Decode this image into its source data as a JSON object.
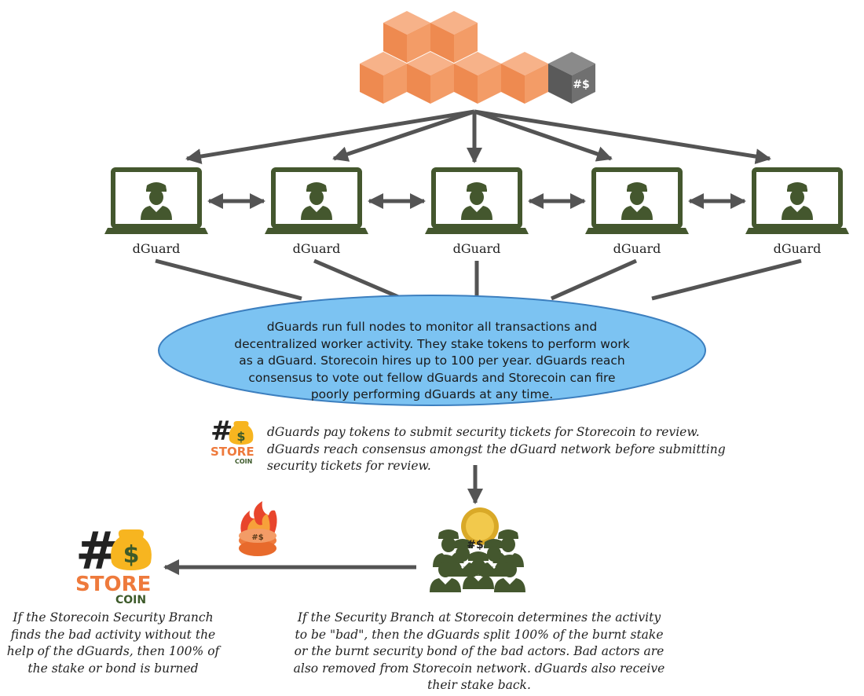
{
  "nodes": [
    {
      "label": "dGuard"
    },
    {
      "label": "dGuard"
    },
    {
      "label": "dGuard"
    },
    {
      "label": "dGuard"
    },
    {
      "label": "dGuard"
    }
  ],
  "consensus_text": "dGuards run full nodes to monitor all transactions and decentralized worker activity. They stake tokens to perform work as a dGuard. Storecoin hires up to 100 per year. dGuards reach consensus to vote out fellow dGuards and Storecoin can fire poorly performing dGuards at any time.",
  "ticket_text": "dGuards pay tokens to submit security tickets for Storecoin to review. dGuards reach consensus amongst the dGuard network before submitting security tickets for review.",
  "left_note": "If the Storecoin Security Branch finds the bad activity without the help of the dGuards, then 100% of the stake or bond is burned",
  "right_note": "If the Security Branch at Storecoin determines the activity to be \"bad\", then the dGuards split 100% of the burnt stake or the burnt security bond of the bad actors. Bad actors are also removed from Storecoin network. dGuards also receive their stake back.",
  "logo": {
    "store": "STORE",
    "coin": "COIN",
    "hash": "#",
    "dollar": "$"
  },
  "colors": {
    "block_orange": "#f0915a",
    "block_dark": "#6b6b6b",
    "guard_green": "#44572e",
    "ellipse_fill": "#7cc3f2",
    "arrow": "#545454",
    "store_orange": "#ee7a3c",
    "coin_green": "#3d5a2a",
    "bag_yellow": "#f7b520"
  },
  "icons": [
    "block-cluster-icon",
    "laptop-guard-icon",
    "storecoin-logo-icon",
    "burning-coins-icon",
    "guard-group-icon"
  ]
}
